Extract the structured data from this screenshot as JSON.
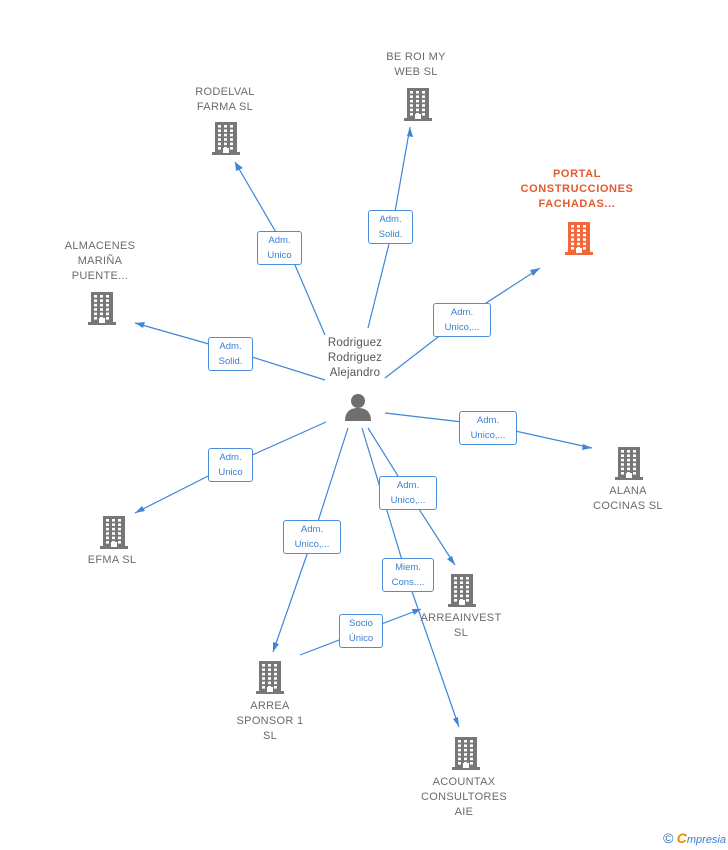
{
  "center": {
    "label": "Rodriguez\nRodriguez\nAlejandro",
    "icon": "person-icon"
  },
  "colors": {
    "edge": "#3f86d8",
    "company_icon": "#777777",
    "highlight": "#f2673a",
    "highlight_text": "#e45a2e",
    "label_text": "#6b6b6b"
  },
  "companies": [
    {
      "id": "rodelval",
      "label": "RODELVAL\nFARMA  SL",
      "highlight": false
    },
    {
      "id": "beroi",
      "label": "BE ROI MY\nWEB  SL",
      "highlight": false
    },
    {
      "id": "portal",
      "label": "PORTAL\nCONSTRUCCIONES\nFACHADAS...",
      "highlight": true
    },
    {
      "id": "almacenes",
      "label": "ALMACENES\nMARIÑA\nPUENTE...",
      "highlight": false
    },
    {
      "id": "alana",
      "label": "ALANA\nCOCINAS  SL",
      "highlight": false
    },
    {
      "id": "efma",
      "label": "EFMA SL",
      "highlight": false
    },
    {
      "id": "arreainvest",
      "label": "ARREAINVEST\nSL",
      "highlight": false
    },
    {
      "id": "arreasponsor",
      "label": "ARREA\nSPONSOR 1\nSL",
      "highlight": false
    },
    {
      "id": "acountax",
      "label": "ACOUNTAX\nCONSULTORES\nAIE",
      "highlight": false
    }
  ],
  "relations": [
    {
      "id": "r_rodelval",
      "line1": "Adm.",
      "line2": "Unico"
    },
    {
      "id": "r_beroi",
      "line1": "Adm.",
      "line2": "Solid."
    },
    {
      "id": "r_portal",
      "line1": "Adm.",
      "line2": "Unico,..."
    },
    {
      "id": "r_almacenes",
      "line1": "Adm.",
      "line2": "Solid."
    },
    {
      "id": "r_alana",
      "line1": "Adm.",
      "line2": "Unico,..."
    },
    {
      "id": "r_efma",
      "line1": "Adm.",
      "line2": "Unico"
    },
    {
      "id": "r_arreainvest",
      "line1": "Adm.",
      "line2": "Unico,..."
    },
    {
      "id": "r_sponsor",
      "line1": "Adm.",
      "line2": "Unico,..."
    },
    {
      "id": "r_acountax",
      "line1": "Miem.",
      "line2": "Cons...."
    },
    {
      "id": "r_socio",
      "line1": "Socio",
      "line2": "Único"
    }
  ],
  "footer": {
    "copyright": "©",
    "brand_initial": "C",
    "brand_rest": "mpresia"
  }
}
